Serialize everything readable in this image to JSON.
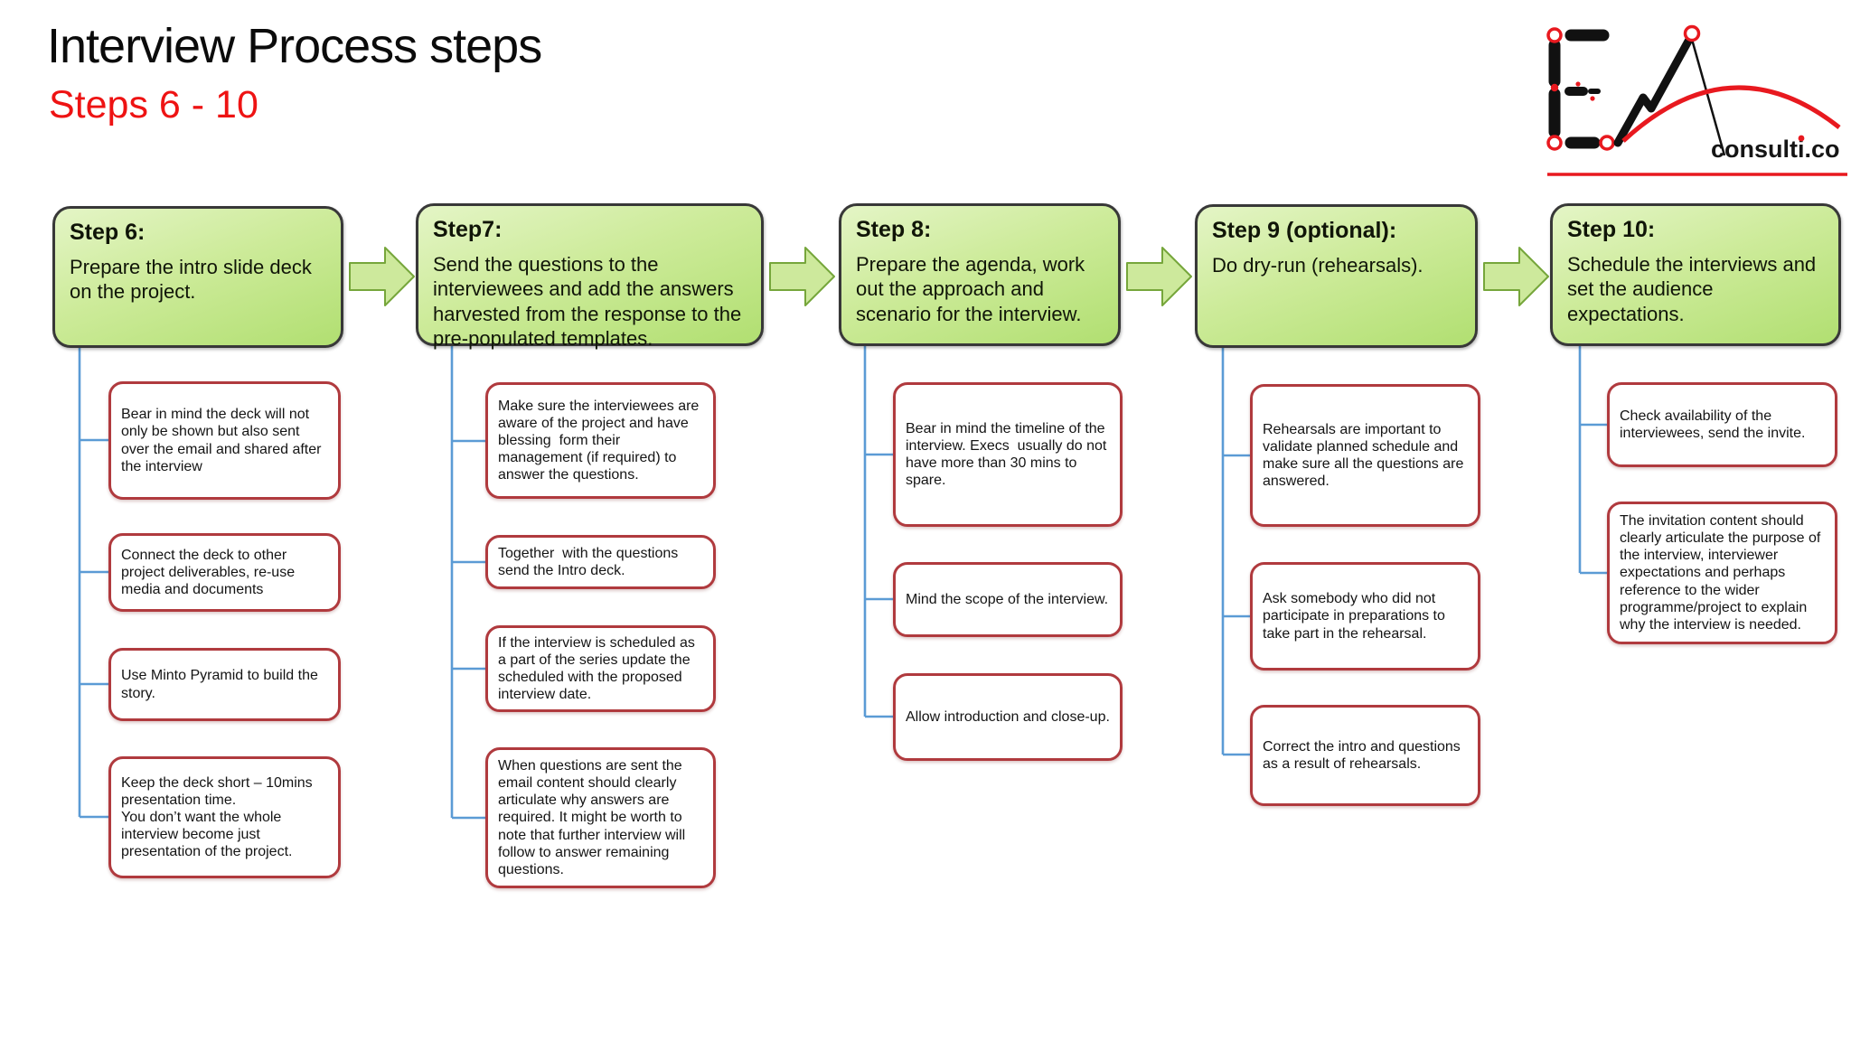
{
  "header": {
    "title": "Interview Process steps",
    "subtitle": "Steps 6 - 10",
    "logo_text": "consulti.co"
  },
  "colors": {
    "accent_red": "#e8191f",
    "step_box_green": "#c1e57f",
    "step_box_border": "#383838",
    "note_border_red": "#b03a3e",
    "connector_blue": "#5b9bd5",
    "arrow_green_fill": "#cde99c",
    "arrow_green_stroke": "#76a63b"
  },
  "steps": [
    {
      "label": "Step 6:",
      "description": "Prepare the intro slide deck on the project.",
      "notes": [
        "Bear in mind the deck will not only be shown but also sent over the email and shared after the interview",
        "Connect the deck to other project deliverables, re-use media and documents",
        "Use Minto Pyramid to build the story.",
        "Keep the deck short – 10mins presentation time.\nYou don’t want the whole interview become just presentation of the project."
      ]
    },
    {
      "label": "Step7:",
      "description": "Send the questions to the interviewees and add the answers harvested from the response to the pre-populated templates.",
      "notes": [
        "Make sure the interviewees are aware of the project and have blessing  form their management (if required) to answer the questions.",
        "Together  with the questions send the Intro deck.",
        "If the interview is scheduled as a part of the series update the scheduled with the proposed interview date.",
        "When questions are sent the email content should clearly articulate why answers are required. It might be worth to note that further interview will follow to answer remaining questions."
      ]
    },
    {
      "label": "Step 8:",
      "description": "Prepare the agenda, work out the approach and scenario for the interview.",
      "notes": [
        "Bear in mind the timeline of the interview. Execs  usually do not have more than 30 mins to spare.",
        "Mind the scope of the interview.",
        "Allow introduction and close-up."
      ]
    },
    {
      "label": "Step 9 (optional):",
      "description": "Do dry-run (rehearsals).",
      "notes": [
        "Rehearsals are important to validate planned schedule and make sure all the questions are answered.",
        "Ask somebody who did not participate in preparations to take part in the rehearsal.",
        "Correct the intro and questions as a result of rehearsals."
      ]
    },
    {
      "label": "Step 10:",
      "description": "Schedule the interviews and set the audience expectations.",
      "notes": [
        "Check availability of the interviewees, send the invite.",
        "The invitation content should clearly articulate the purpose of the interview, interviewer expectations and perhaps reference to the wider programme/project to explain why the interview is needed."
      ]
    }
  ]
}
